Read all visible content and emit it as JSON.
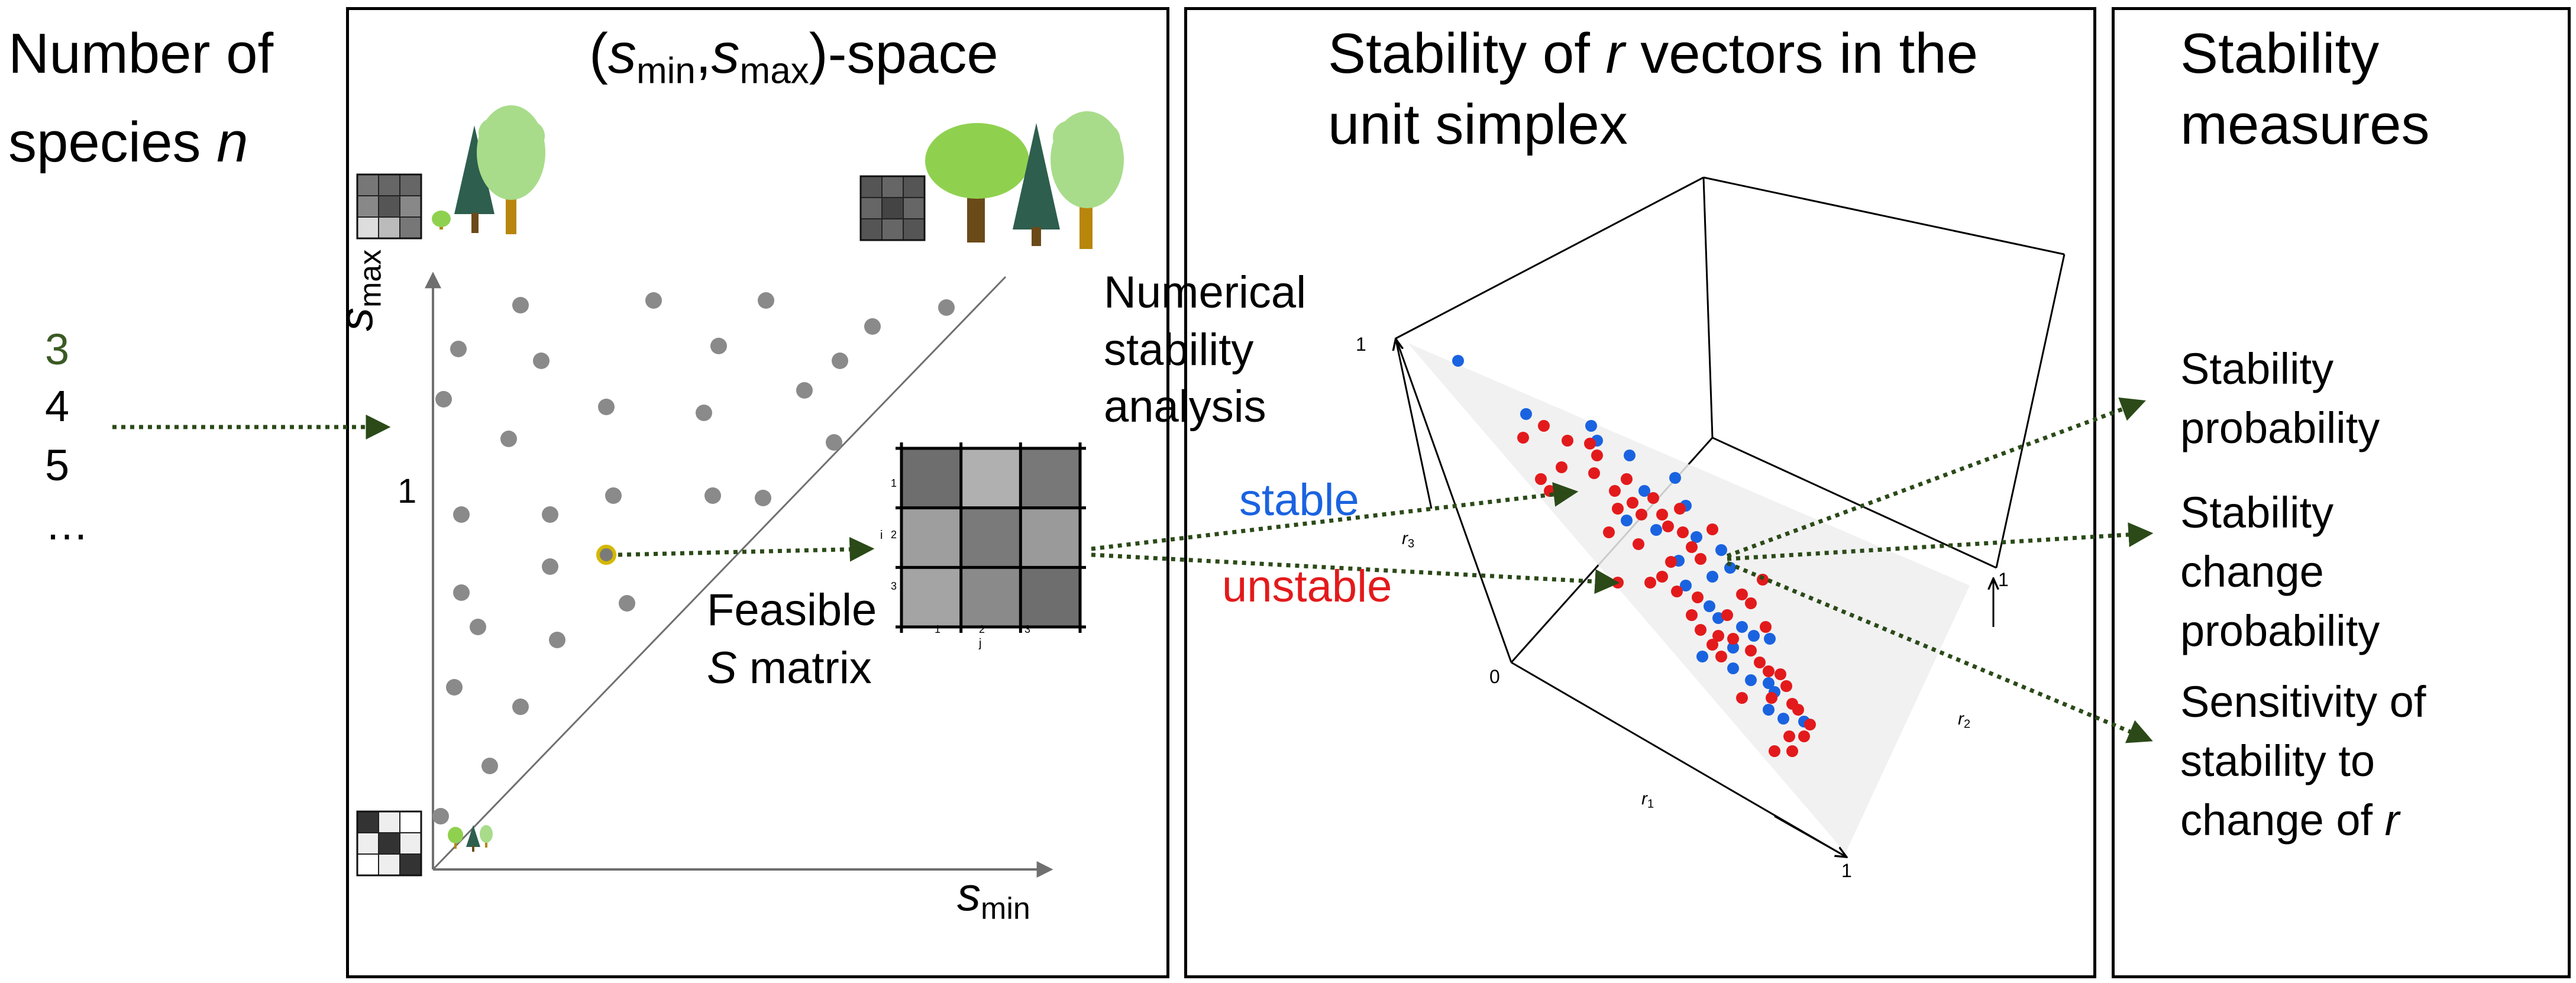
{
  "left_column": {
    "title_line1": "Number of",
    "title_line2_text": "species ",
    "title_line2_var": "n",
    "species_counts": [
      "3",
      "4",
      "5",
      "…"
    ]
  },
  "panel1": {
    "title_open": "(",
    "title_s1": "s",
    "title_s1_sub": "min",
    "title_comma": ",",
    "title_s2": "s",
    "title_s2_sub": "max",
    "title_close": ")-space",
    "y_axis_label": "s",
    "y_axis_sub": "max",
    "x_axis_label": "s",
    "x_axis_sub": "min",
    "y_tick": "1"
  },
  "middle": {
    "analysis_lines": [
      "Numerical",
      "stability",
      "analysis"
    ],
    "feasible_line1": "Feasible",
    "feasible_line2_var": "S",
    "feasible_line2_text": " matrix",
    "stable_label": "stable",
    "unstable_label": "unstable",
    "matrix_x_ticks": [
      "1",
      "2",
      "3"
    ],
    "matrix_y_ticks": [
      "1",
      "2",
      "3"
    ],
    "matrix_x_axis_label": "j",
    "matrix_y_axis_label": "i"
  },
  "panel2": {
    "title_line1_a": "Stability of ",
    "title_line1_var": "r",
    "title_line1_b": " vectors in the",
    "title_line2": "unit simplex",
    "axis_r1": "r",
    "axis_r1_sub": "1",
    "axis_r2": "r",
    "axis_r2_sub": "2",
    "axis_r3": "r",
    "axis_r3_sub": "3",
    "tick_zero": "0",
    "tick_one_top": "1",
    "tick_one_right": "1",
    "tick_one_bottom": "1"
  },
  "panel3": {
    "title_line1": "Stability",
    "title_line2": "measures",
    "measures": [
      [
        "Stability",
        "probability"
      ],
      [
        "Stability",
        "change",
        "probability"
      ],
      [
        "Sensitivity of",
        "stability  to"
      ]
    ],
    "measure3_last_text": "change of ",
    "measure3_last_var": "r"
  },
  "colors": {
    "stable": "#1a63e0",
    "unstable": "#e31a1c",
    "dots": "#8a8a8a",
    "arrow": "#2b4a18",
    "species3": "#3a5a24",
    "highlight": "#d4b800"
  },
  "icons": [
    "trees-small-icon",
    "trees-large-icon",
    "matrix-thumbnail-icon",
    "arrow-icon"
  ],
  "chart_data": {
    "type": "scatter",
    "title": "Stability of r vectors in the unit simplex",
    "axes": [
      "r1",
      "r2",
      "r3"
    ],
    "axis_range": [
      0,
      1
    ],
    "series": [
      {
        "name": "stable",
        "count_visible": 30
      },
      {
        "name": "unstable",
        "count_visible": 55
      }
    ]
  }
}
